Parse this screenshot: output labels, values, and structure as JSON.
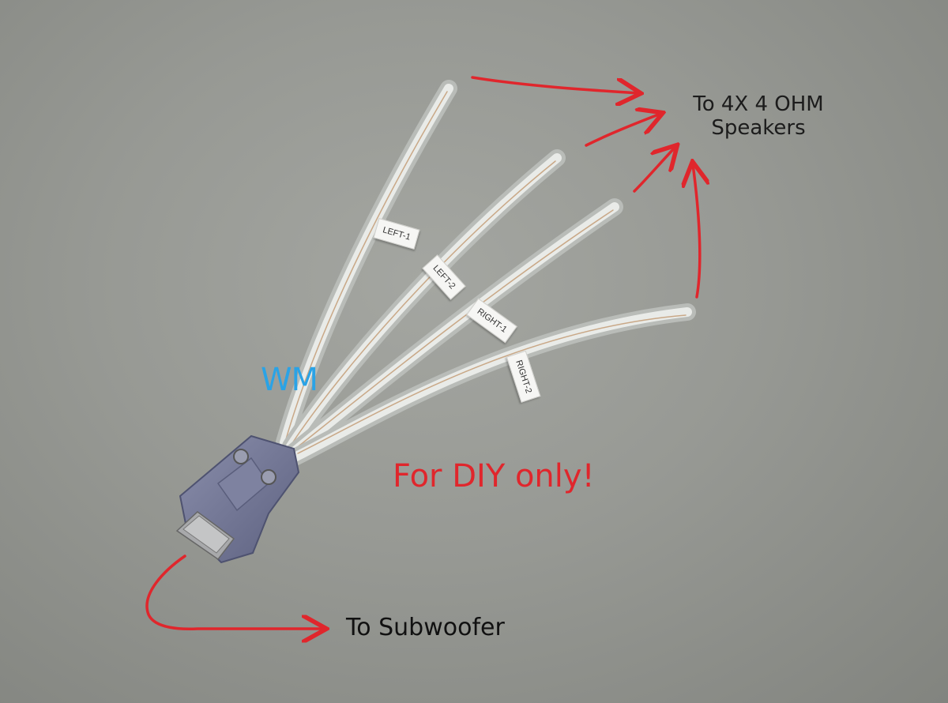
{
  "annotations": {
    "speakers_line1": "To 4X 4 OHM",
    "speakers_line2": "Speakers",
    "subwoofer": "To Subwoofer",
    "diy": "For DIY only!",
    "watermark": "WM"
  },
  "wire_labels": {
    "left1": "LEFT-1",
    "left2": "LEFT-2",
    "right1": "RIGHT-1",
    "right2": "RIGHT-2"
  },
  "colors": {
    "arrow": "#e0262c",
    "watermark": "#2aa3e6",
    "connector": "#6e7290"
  }
}
